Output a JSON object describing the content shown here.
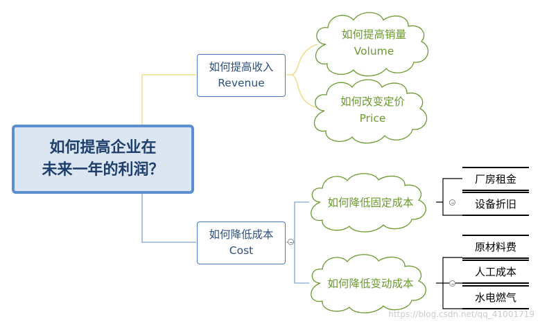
{
  "root": {
    "line1": "如何提高企业在",
    "line2": "未来一年的利润？"
  },
  "branches": {
    "revenue": {
      "cn": "如何提高收入",
      "en": "Revenue"
    },
    "cost": {
      "cn": "如何降低成本",
      "en": "Cost"
    }
  },
  "topics": {
    "volume": {
      "cn": "如何提高销量",
      "en": "Volume"
    },
    "price": {
      "cn": "如何改变定价",
      "en": "Price"
    },
    "fixed_cost": {
      "cn": "如何降低固定成本"
    },
    "variable_cost": {
      "cn": "如何降低变动成本"
    }
  },
  "leaves": {
    "fixed": [
      "厂房租金",
      "设备折旧"
    ],
    "variable": [
      "原材料费",
      "人工成本",
      "水电燃气"
    ]
  },
  "watermark": "https://blog.csdn.net/qq_41001719",
  "colors": {
    "root_fill": "#dce6f3",
    "root_border": "#5b8fd0",
    "branch_border": "#4b78b8",
    "cloud_text": "#6a9a2e",
    "connector_yellow": "#e9d878",
    "connector_blue": "#7fa3d6"
  }
}
